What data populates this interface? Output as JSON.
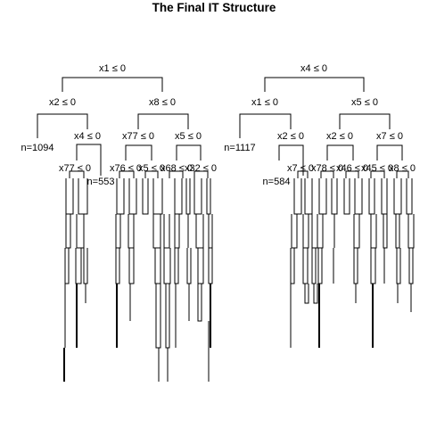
{
  "title": "The Final IT Structure",
  "left_tree": {
    "root": "x1 ≤ 0",
    "l1_left": "x2 ≤ 0",
    "l1_right": "x8 ≤ 0",
    "leaf_n": "n=1094",
    "l2_a": "x4 ≤ 0",
    "l2_b": "x77 ≤ 0",
    "l2_c": "x5 ≤ 0",
    "l3_a": "x77 ≤ 0",
    "l3_a_n": "n=553",
    "l3_b": "x76 ≤ 0",
    "l3_c": "x5 ≤ 0",
    "l3_d": "x68 ≤ 0",
    "l3_e": "x32 ≤ 0"
  },
  "right_tree": {
    "root": "x4 ≤ 0",
    "l1_left": "x1 ≤ 0",
    "l1_right": "x5 ≤ 0",
    "leaf_n": "n=1117",
    "l2_a": "x2 ≤ 0",
    "l2_b": "x2 ≤ 0",
    "l2_c": "x7 ≤ 0",
    "l3_a": "x7 ≤ 0",
    "l3_a_n": "n=584",
    "l3_b": "x78 ≤ 0",
    "l3_c": "x46 ≤ 0",
    "l3_d": "x45 ≤ 0",
    "l3_e": "x8 ≤ 0"
  }
}
